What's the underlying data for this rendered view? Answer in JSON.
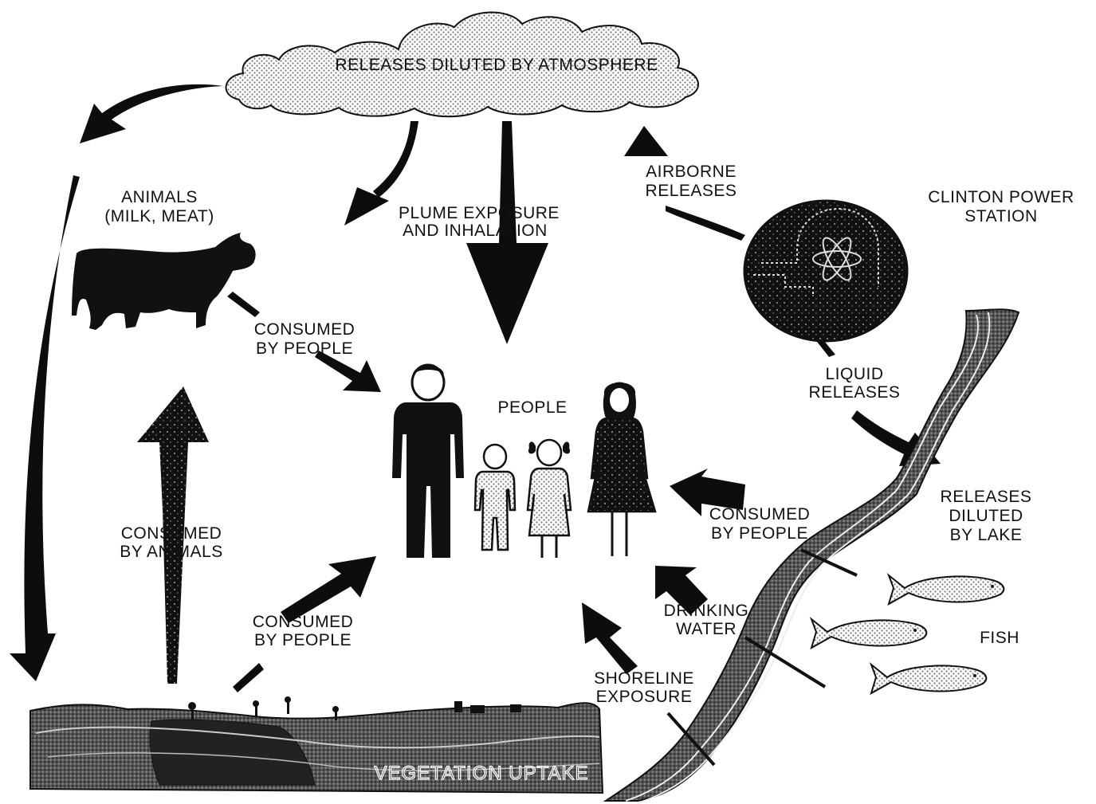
{
  "diagram": {
    "colors": {
      "ink": "#111111",
      "background": "#ffffff",
      "stipple": "#9a9a9a"
    },
    "nodes": {
      "atmosphere": {
        "label": "RELEASES DILUTED BY ATMOSPHERE"
      },
      "animals": {
        "label_lines": [
          "ANIMALS",
          "(MILK, MEAT)"
        ]
      },
      "station": {
        "label_lines": [
          "CLINTON POWER",
          "STATION"
        ]
      },
      "people": {
        "label": "PEOPLE"
      },
      "lake": {
        "label_lines": [
          "RELEASES",
          "DILUTED",
          "BY LAKE"
        ]
      },
      "fish": {
        "label": "FISH"
      },
      "vegetation": {
        "label": "VEGETATION UPTAKE"
      }
    },
    "pathways": {
      "airborne": {
        "label_lines": [
          "AIRBORNE",
          "RELEASES"
        ]
      },
      "plume": {
        "label_lines": [
          "PLUME EXPOSURE",
          "AND INHALATION"
        ]
      },
      "animals_to_people": {
        "label_lines": [
          "CONSUMED",
          "BY PEOPLE"
        ]
      },
      "liquid": {
        "label_lines": [
          "LIQUID",
          "RELEASES"
        ]
      },
      "fish_to_people": {
        "label_lines": [
          "CONSUMED",
          "BY PEOPLE"
        ]
      },
      "veg_to_animals": {
        "label_lines": [
          "CONSUMED",
          "BY ANIMALS"
        ]
      },
      "veg_to_people": {
        "label_lines": [
          "CONSUMED",
          "BY PEOPLE"
        ]
      },
      "drinking": {
        "label_lines": [
          "DRINKING",
          "WATER"
        ]
      },
      "shoreline": {
        "label_lines": [
          "SHORELINE",
          "EXPOSURE"
        ]
      }
    }
  }
}
